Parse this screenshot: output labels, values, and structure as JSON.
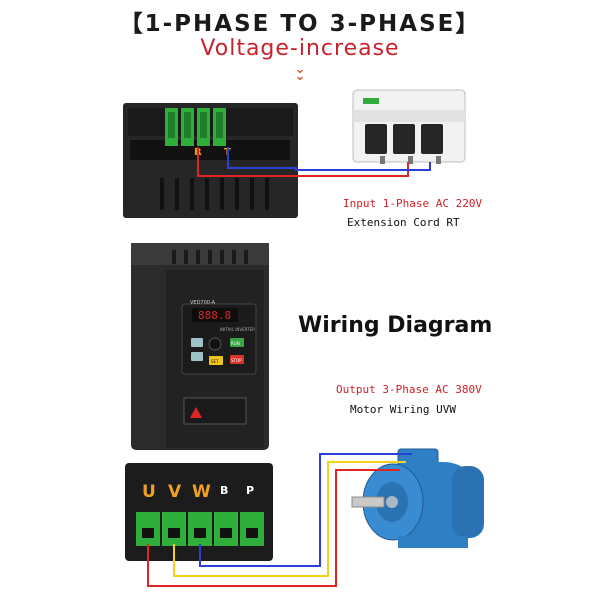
{
  "header": {
    "title": "【1-PHASE TO 3-PHASE】",
    "subtitle": "Voltage-increase",
    "chevron": "❯❯"
  },
  "wiring_title": "Wiring Diagram",
  "input": {
    "line1": "Input 1-Phase AC 220V",
    "line2": "Extension Cord   RT",
    "terminals": [
      "R",
      "T"
    ]
  },
  "output": {
    "line1": "Output 3-Phase AC 380V",
    "line2": "Motor Wiring   UVW",
    "terminals": [
      "U",
      "V",
      "W",
      "B",
      "P"
    ]
  },
  "inverter": {
    "model": "VED700-A",
    "brand": "INITIAL INVERTER",
    "display": "888.8",
    "keys": [
      "RUN",
      "STOP",
      "SET"
    ]
  },
  "colors": {
    "wire_red": "#e02424",
    "wire_blue": "#2a3fd6",
    "wire_yellow": "#f2d21b",
    "terminal_green": "#2fae3b",
    "motor_blue": "#2f7fc4"
  }
}
